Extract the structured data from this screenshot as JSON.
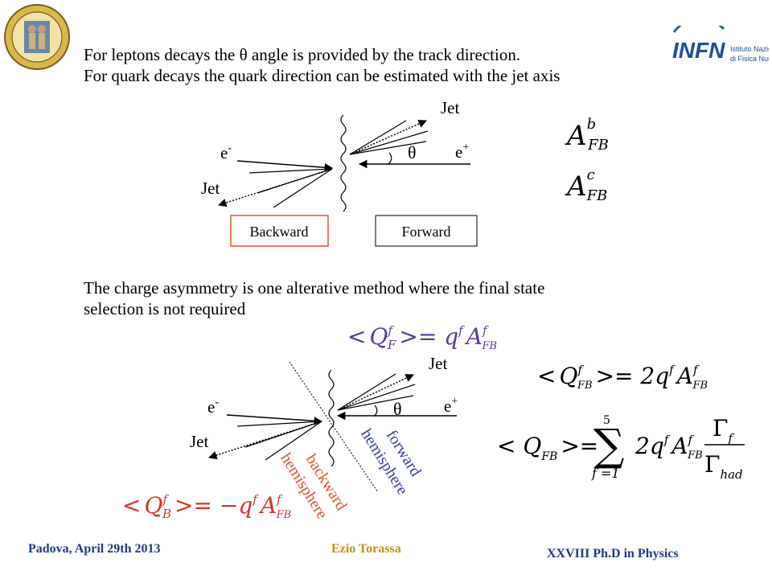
{
  "intro": {
    "line1": "For leptons decays the θ angle is provided by the track direction.",
    "line2": "For quark decays the quark direction can be estimated with the jet axis"
  },
  "diagram1": {
    "jet_top": "Jet",
    "jet_left": "Jet",
    "electron": "e",
    "electron_sup": "-",
    "positron": "e",
    "positron_sup": "+",
    "theta": "θ",
    "backward_box": "Backward",
    "forward_box": "Forward"
  },
  "afb_b": {
    "base": "A",
    "sup": "b",
    "sub": "FB"
  },
  "afb_c": {
    "base": "A",
    "sup": "c",
    "sub": "FB"
  },
  "charge": {
    "line1": "The charge asymmetry is one alterative method where the final state",
    "line2": "selection is not required"
  },
  "diagram2": {
    "jet_top": "Jet",
    "jet_left": "Jet",
    "electron": "e",
    "electron_sup": "-",
    "positron": "e",
    "positron_sup": "+",
    "theta": "θ",
    "backward_hemi_1": "backward",
    "backward_hemi_2": "hemisphere",
    "forward_hemi_1": "forward",
    "forward_hemi_2": "hemisphere"
  },
  "equations": {
    "qf_forward": {
      "lt": "<",
      "Q": "Q",
      "sup": "f",
      "sub": "F",
      "rest": ">= q",
      "qsup": "f",
      "A": "A",
      "Asup": "f",
      "Asub": "FB"
    },
    "qf_backward": {
      "lt": "<",
      "Q": "Q",
      "sup": "f",
      "sub": "B",
      "rest": ">= −q",
      "qsup": "f",
      "A": "A",
      "Asup": "f",
      "Asub": "FB"
    },
    "qfb": {
      "lt": "<",
      "Q": "Q",
      "sup": "f",
      "sub": "FB",
      "rest": ">= 2q",
      "qsup": "f",
      "A": "A",
      "Asup": "f",
      "Asub": "FB"
    },
    "qfb_sum": {
      "lhs": "< Q",
      "lhs_sub": "FB",
      "eq": ">=",
      "sum": "∑",
      "sum_top": "5",
      "sum_bot": "f =1",
      "term": "2q",
      "qsup": "f",
      "A": "A",
      "Asup": "f",
      "Asub": "FB",
      "num": "Γ",
      "num_sub": "f",
      "den": "Γ",
      "den_sub": "had"
    }
  },
  "logos": {
    "infn_text": "INFN",
    "infn_sub1": "Istituto Nazionale",
    "infn_sub2": "di Fisica Nucleare"
  },
  "footer": {
    "left": "Padova, April 29th 2013",
    "center": "Ezio Torassa",
    "right": "XXVIII  Ph.D in Physics"
  },
  "colors": {
    "blue": "#3b3fa0",
    "orange": "#e8512b",
    "box_border": "#e8512b",
    "footer_blue": "#223b83",
    "footer_gold": "#c59213",
    "eq_purple": "#5b3aa0",
    "eq_red": "#d9342b"
  }
}
